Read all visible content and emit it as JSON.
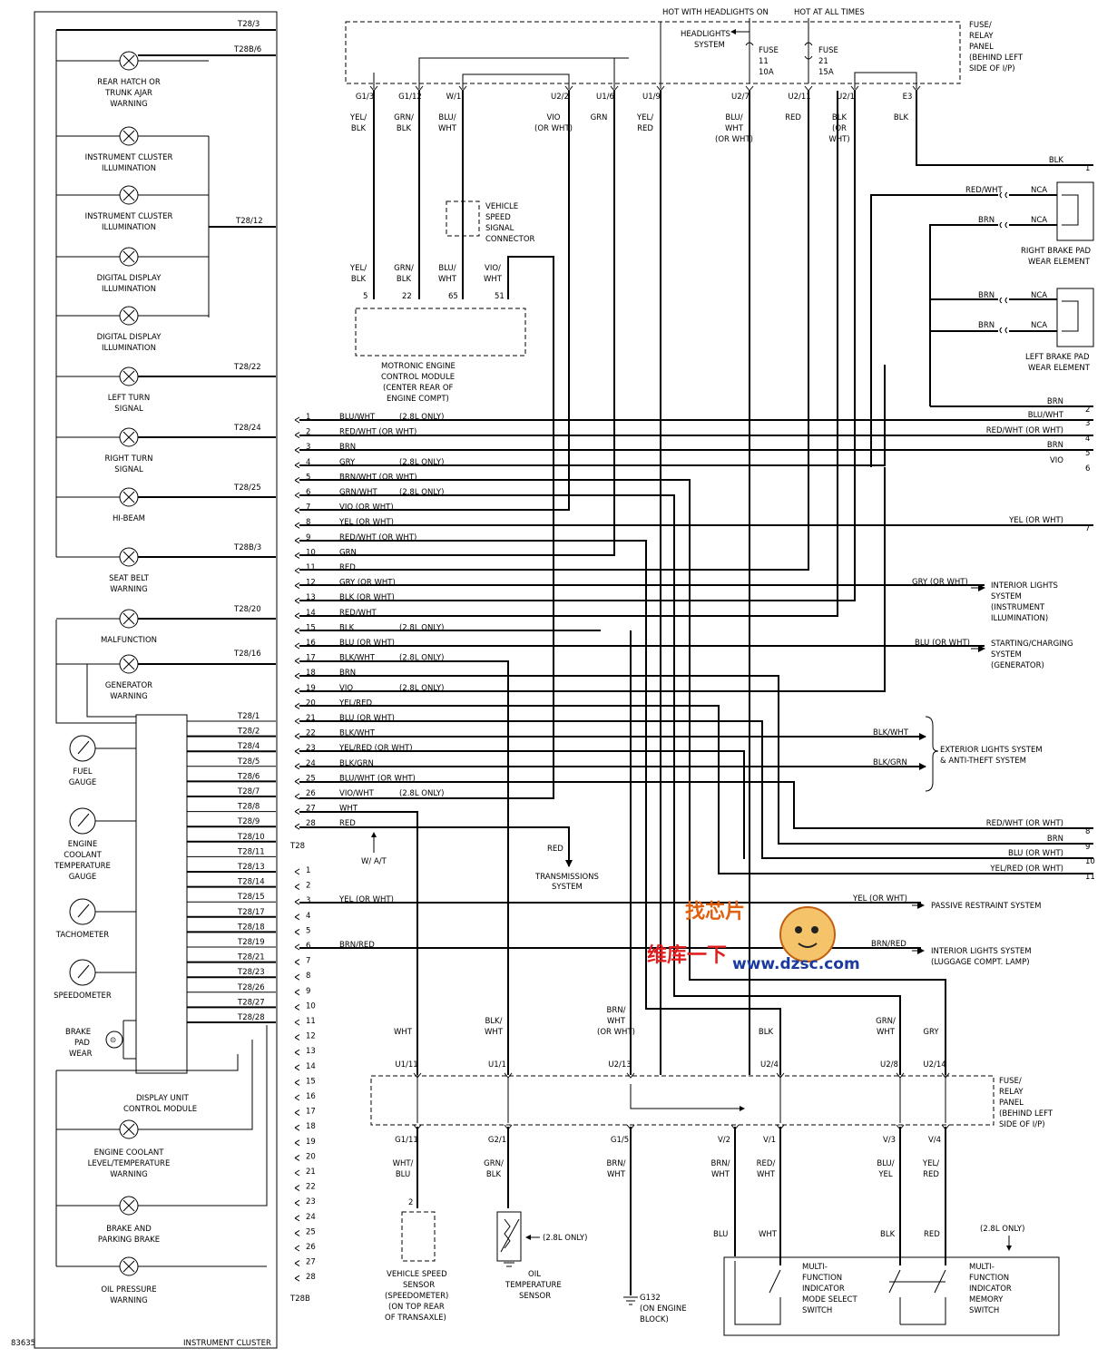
{
  "figure_id": "83635",
  "cluster": {
    "title": "INSTRUMENT CLUSTER",
    "bulbs": [
      {
        "label": [
          "REAR HATCH OR",
          "TRUNK AJAR",
          "WARNING"
        ],
        "pin": "T28B/6"
      },
      {
        "label": [
          "INSTRUMENT CLUSTER",
          "ILLUMINATION"
        ],
        "pin": ""
      },
      {
        "label": [
          "INSTRUMENT CLUSTER",
          "ILLUMINATION"
        ],
        "pin": "T28/12"
      },
      {
        "label": [
          "DIGITAL DISPLAY",
          "ILLUMINATION"
        ],
        "pin": ""
      },
      {
        "label": [
          "DIGITAL DISPLAY",
          "ILLUMINATION"
        ],
        "pin": ""
      },
      {
        "label": [
          "LEFT TURN",
          "SIGNAL"
        ],
        "pin": "T28/22"
      },
      {
        "label": [
          "RIGHT TURN",
          "SIGNAL"
        ],
        "pin": "T28/24"
      },
      {
        "label": [
          "HI-BEAM"
        ],
        "pin": "T28/25"
      },
      {
        "label": [
          "SEAT BELT",
          "WARNING"
        ],
        "pin": "T28B/3"
      },
      {
        "label": [
          "MALFUNCTION"
        ],
        "pin": "T28/20"
      },
      {
        "label": [
          "GENERATOR",
          "WARNING"
        ],
        "pin": "T28/16"
      }
    ],
    "top_pin": "T28/3",
    "gauges": [
      {
        "label": [
          "FUEL",
          "GAUGE"
        ]
      },
      {
        "label": [
          "ENGINE",
          "COOLANT",
          "TEMPERATURE",
          "GAUGE"
        ]
      },
      {
        "label": [
          "TACHOMETER"
        ]
      },
      {
        "label": [
          "SPEEDOMETER"
        ]
      }
    ],
    "brake_pad": [
      "BRAKE",
      "PAD",
      "WEAR"
    ],
    "module": [
      "DISPLAY UNIT",
      "CONTROL MODULE"
    ],
    "bottom_bulbs": [
      {
        "label": [
          "ENGINE COOLANT",
          "LEVEL/TEMPERATURE",
          "WARNING"
        ]
      },
      {
        "label": [
          "BRAKE AND",
          "PARKING BRAKE"
        ]
      },
      {
        "label": [
          "OIL PRESSURE",
          "WARNING"
        ]
      }
    ],
    "module_pins": [
      "T28/1",
      "T28/2",
      "T28/4",
      "T28/5",
      "T28/6",
      "T28/7",
      "T28/8",
      "T28/9",
      "T28/10",
      "T28/11",
      "T28/13",
      "T28/14",
      "T28/15",
      "T28/17",
      "T28/18",
      "T28/19",
      "T28/21",
      "T28/23",
      "T28/26",
      "T28/27",
      "T28/28"
    ]
  },
  "top": {
    "hot_headlights": "HOT WITH HEADLIGHTS ON",
    "hot_always": "HOT AT ALL TIMES",
    "headlights_system": [
      "HEADLIGHTS",
      "SYSTEM"
    ],
    "fuse11": [
      "FUSE",
      "11",
      "10A"
    ],
    "fuse21": [
      "FUSE",
      "21",
      "15A"
    ],
    "panel": [
      "FUSE/",
      "RELAY",
      "PANEL",
      "(BEHIND LEFT",
      "SIDE OF I/P)"
    ],
    "terminals": [
      "G1/3",
      "G1/12",
      "W/1",
      "U2/2",
      "U1/6",
      "U1/9",
      "U2/7",
      "U2/11",
      "U2/1",
      "E3"
    ],
    "wire_colors": [
      [
        "YEL/",
        "BLK"
      ],
      [
        "GRN/",
        "BLK"
      ],
      [
        "BLU/",
        "WHT"
      ],
      [
        "VIO",
        "(OR WHT)"
      ],
      [
        "GRN"
      ],
      [
        "YEL/",
        "RED"
      ],
      [
        "BLU/",
        "WHT",
        "(OR WHT)"
      ],
      [
        "RED"
      ],
      [
        "BLK",
        "(OR",
        "WHT)"
      ],
      [
        "BLK"
      ]
    ],
    "vss_connector": [
      "VEHICLE",
      "SPEED",
      "SIGNAL",
      "CONNECTOR"
    ],
    "ecm_wires": [
      [
        "YEL/",
        "BLK"
      ],
      [
        "GRN/",
        "BLK"
      ],
      [
        "BLU/",
        "WHT"
      ],
      [
        "VIO/",
        "WHT"
      ]
    ],
    "ecm_pins": [
      "5",
      "22",
      "65",
      "51"
    ],
    "ecm": [
      "MOTRONIC ENGINE",
      "CONTROL MODULE",
      "(CENTER REAR OF",
      "ENGINE COMPT)"
    ]
  },
  "brake_pads": {
    "right": [
      "RIGHT BRAKE PAD",
      "WEAR ELEMENT"
    ],
    "left": [
      "LEFT BRAKE PAD",
      "WEAR ELEMENT"
    ],
    "wires": [
      "RED/WHT",
      "BRN",
      "BRN",
      "BRN"
    ],
    "nca": "NCA"
  },
  "t28": {
    "label": "T28",
    "rows": [
      {
        "n": "1",
        "color": "BLU/WHT",
        "note": "(2.8L ONLY)"
      },
      {
        "n": "2",
        "color": "RED/WHT (OR WHT)",
        "note": ""
      },
      {
        "n": "3",
        "color": "BRN",
        "note": ""
      },
      {
        "n": "4",
        "color": "GRY",
        "note": "(2.8L ONLY)"
      },
      {
        "n": "5",
        "color": "BRN/WHT (OR WHT)",
        "note": ""
      },
      {
        "n": "6",
        "color": "GRN/WHT",
        "note": "(2.8L ONLY)"
      },
      {
        "n": "7",
        "color": "VIO (OR WHT)",
        "note": ""
      },
      {
        "n": "8",
        "color": "YEL (OR WHT)",
        "note": ""
      },
      {
        "n": "9",
        "color": "RED/WHT (OR WHT)",
        "note": ""
      },
      {
        "n": "10",
        "color": "GRN",
        "note": ""
      },
      {
        "n": "11",
        "color": "RED",
        "note": ""
      },
      {
        "n": "12",
        "color": "GRY (OR WHT)",
        "note": ""
      },
      {
        "n": "13",
        "color": "BLK (OR WHT)",
        "note": ""
      },
      {
        "n": "14",
        "color": "RED/WHT",
        "note": ""
      },
      {
        "n": "15",
        "color": "BLK",
        "note": "(2.8L ONLY)"
      },
      {
        "n": "16",
        "color": "BLU (OR WHT)",
        "note": ""
      },
      {
        "n": "17",
        "color": "BLK/WHT",
        "note": "(2.8L ONLY)"
      },
      {
        "n": "18",
        "color": "BRN",
        "note": ""
      },
      {
        "n": "19",
        "color": "VIO",
        "note": "(2.8L ONLY)"
      },
      {
        "n": "20",
        "color": "YEL/RED",
        "note": ""
      },
      {
        "n": "21",
        "color": "BLU (OR WHT)",
        "note": ""
      },
      {
        "n": "22",
        "color": "BLK/WHT",
        "note": ""
      },
      {
        "n": "23",
        "color": "YEL/RED (OR WHT)",
        "note": ""
      },
      {
        "n": "24",
        "color": "BLK/GRN",
        "note": ""
      },
      {
        "n": "25",
        "color": "BLU/WHT (OR WHT)",
        "note": ""
      },
      {
        "n": "26",
        "color": "VIO/WHT",
        "note": "(2.8L ONLY)"
      },
      {
        "n": "27",
        "color": "WHT",
        "note": ""
      },
      {
        "n": "28",
        "color": "RED",
        "note": ""
      }
    ],
    "wa_t": "W/ A/T"
  },
  "t28b": {
    "label": "T28B",
    "numbers": [
      "1",
      "2",
      "3",
      "4",
      "5",
      "6",
      "7",
      "8",
      "9",
      "10",
      "11",
      "12",
      "13",
      "14",
      "15",
      "16",
      "17",
      "18",
      "19",
      "20",
      "21",
      "22",
      "23",
      "24",
      "25",
      "26",
      "27",
      "28"
    ],
    "row3": "YEL (OR WHT)",
    "row6": "BRN/RED"
  },
  "right_labels": {
    "rows": [
      {
        "color": "BLK",
        "n": "1"
      },
      {
        "color": "BRN",
        "n": "2"
      },
      {
        "color": "BLU/WHT",
        "n": "3"
      },
      {
        "color": "RED/WHT (OR WHT)",
        "n": "4"
      },
      {
        "color": "BRN",
        "n": "5"
      },
      {
        "color": "VIO",
        "n": "6"
      },
      {
        "color": "YEL (OR WHT)",
        "n": "7"
      },
      {
        "color": "RED/WHT (OR WHT)",
        "n": "8"
      },
      {
        "color": "BRN",
        "n": "9"
      },
      {
        "color": "BLU (OR WHT)",
        "n": "10"
      },
      {
        "color": "YEL/RED (OR WHT)",
        "n": "11"
      }
    ],
    "interior_illum_wire": "GRY (OR WHT)",
    "interior_illum": [
      "INTERIOR LIGHTS",
      "SYSTEM",
      "(INSTRUMENT",
      "ILLUMINATION)"
    ],
    "starting_wire": "BLU (OR WHT)",
    "starting": [
      "STARTING/CHARGING",
      "SYSTEM",
      "(GENERATOR)"
    ],
    "ext_wire1": "BLK/WHT",
    "ext_wire2": "BLK/GRN",
    "exterior": [
      "EXTERIOR LIGHTS SYSTEM",
      "& ANTI-THEFT SYSTEM"
    ],
    "trans_wire": "RED",
    "trans": [
      "TRANSMISSIONS",
      "SYSTEM"
    ],
    "passive_wire": "YEL (OR WHT)",
    "passive": "PASSIVE RESTRAINT SYSTEM",
    "luggage_wire": "BRN/RED",
    "luggage": [
      "INTERIOR LIGHTS SYSTEM",
      "(LUGGAGE COMPT. LAMP)"
    ]
  },
  "bottom": {
    "upper_wires": [
      [
        "WHT"
      ],
      [
        "BLK/",
        "WHT"
      ],
      [
        "BRN/",
        "WHT",
        "(OR WHT)"
      ],
      [
        "BLK"
      ],
      [
        "GRN/",
        "WHT"
      ],
      [
        "GRY"
      ]
    ],
    "upper_terms": [
      "U1/11",
      "U1/1",
      "U2/13",
      "U2/4",
      "U2/8",
      "U2/14"
    ],
    "panel": [
      "FUSE/",
      "RELAY",
      "PANEL",
      "(BEHIND LEFT",
      "SIDE OF I/P)"
    ],
    "lower_terms": [
      "G1/11",
      "G2/1",
      "G1/5",
      "V/2",
      "V/1",
      "V/3",
      "V/4"
    ],
    "lower_wires": [
      [
        "WHT/",
        "BLU"
      ],
      [
        "GRN/",
        "BLK"
      ],
      [
        "BRN/",
        "WHT"
      ],
      [
        "BRN/",
        "WHT"
      ],
      [
        "RED/",
        "WHT"
      ],
      [
        "BLU/",
        "YEL"
      ],
      [
        "YEL/",
        "RED"
      ]
    ],
    "vss_pin": "2",
    "vss": [
      "VEHICLE SPEED",
      "SENSOR",
      "(SPEEDOMETER)",
      "(ON TOP REAR",
      "OF TRANSAXLE)"
    ],
    "oil": [
      "OIL",
      "TEMPERATURE",
      "SENSOR"
    ],
    "oil_note": "(2.8L ONLY)",
    "ground": [
      "G132",
      "(ON ENGINE",
      "BLOCK)"
    ],
    "switch_wires": [
      "BLU",
      "WHT",
      "BLK",
      "RED"
    ],
    "switch_note": "(2.8L ONLY)",
    "mode_switch": [
      "MULTI-",
      "FUNCTION",
      "INDICATOR",
      "MODE SELECT",
      "SWITCH"
    ],
    "memory_switch": [
      "MULTI-",
      "FUNCTION",
      "INDICATOR",
      "MEMORY",
      "SWITCH"
    ]
  },
  "watermark": {
    "text1": "找芯片",
    "text2": "维库一下",
    "url": "www.dzsc.com"
  }
}
